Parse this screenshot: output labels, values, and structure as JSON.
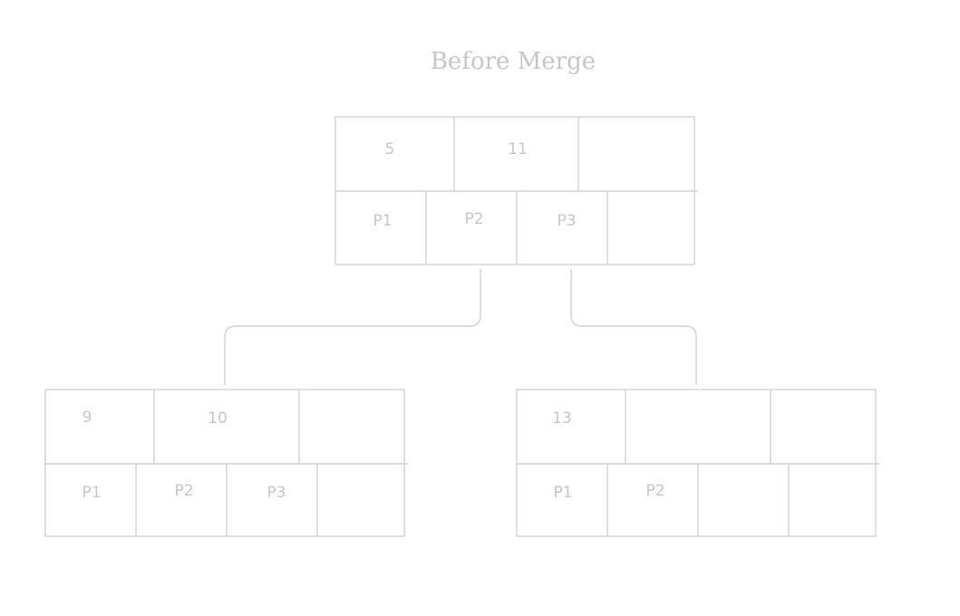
{
  "title": "Before Merge",
  "colors": {
    "stroke": "#d2d2d2",
    "text": "#c6c6c6",
    "background": "#ffffff"
  },
  "nodes": {
    "root": {
      "keys": [
        "5",
        "11",
        ""
      ],
      "pointers": [
        "P1",
        "P2",
        "P3",
        ""
      ]
    },
    "left": {
      "keys": [
        "9",
        "10",
        ""
      ],
      "pointers": [
        "P1",
        "P2",
        "P3",
        ""
      ]
    },
    "right": {
      "keys": [
        "13",
        "",
        ""
      ],
      "pointers": [
        "P1",
        "P2",
        "",
        ""
      ]
    }
  }
}
